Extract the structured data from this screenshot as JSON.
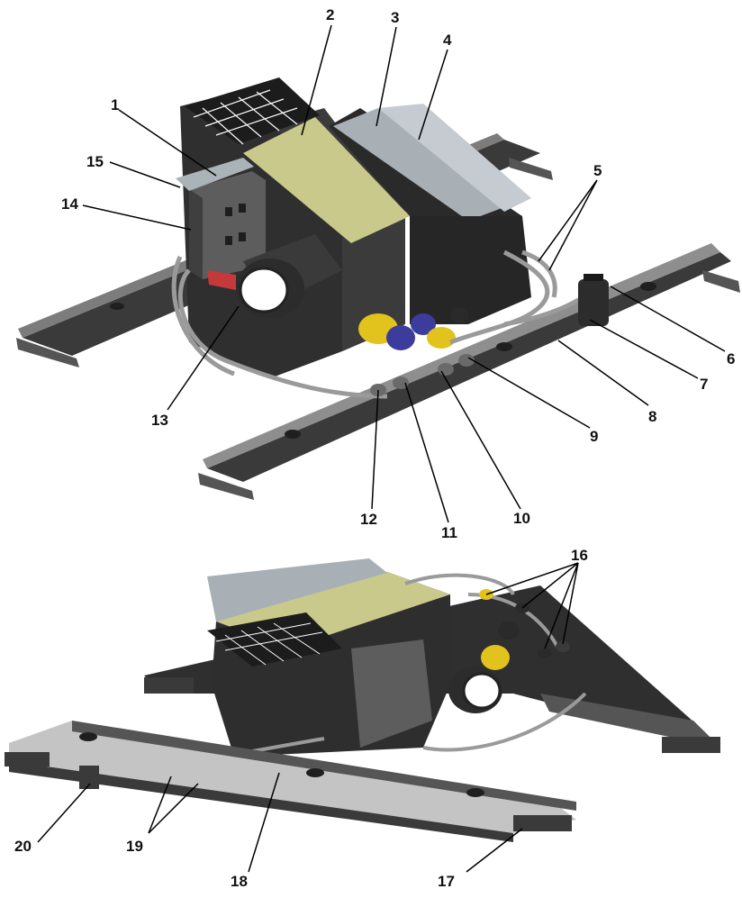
{
  "figure": {
    "type": "technical-illustration",
    "views": [
      "top-view",
      "bottom-view"
    ],
    "colors": {
      "frame": "#3a3a3a",
      "frame_light": "#bfbfbf",
      "panel_olive": "#c8c98a",
      "motor_dark": "#2c2c2c",
      "accent_yellow": "#e2c21c",
      "accent_blue": "#3c3c9c",
      "accent_red": "#c43a3a",
      "pipe": "#9a9a9a",
      "leader": "#000000"
    }
  },
  "callouts": {
    "c1": "1",
    "c2": "2",
    "c3": "3",
    "c4": "4",
    "c5": "5",
    "c6": "6",
    "c7": "7",
    "c8": "8",
    "c9": "9",
    "c10": "10",
    "c11": "11",
    "c12": "12",
    "c13": "13",
    "c14": "14",
    "c15": "15",
    "c16": "16",
    "c17": "17",
    "c18": "18",
    "c19": "19",
    "c20": "20"
  }
}
